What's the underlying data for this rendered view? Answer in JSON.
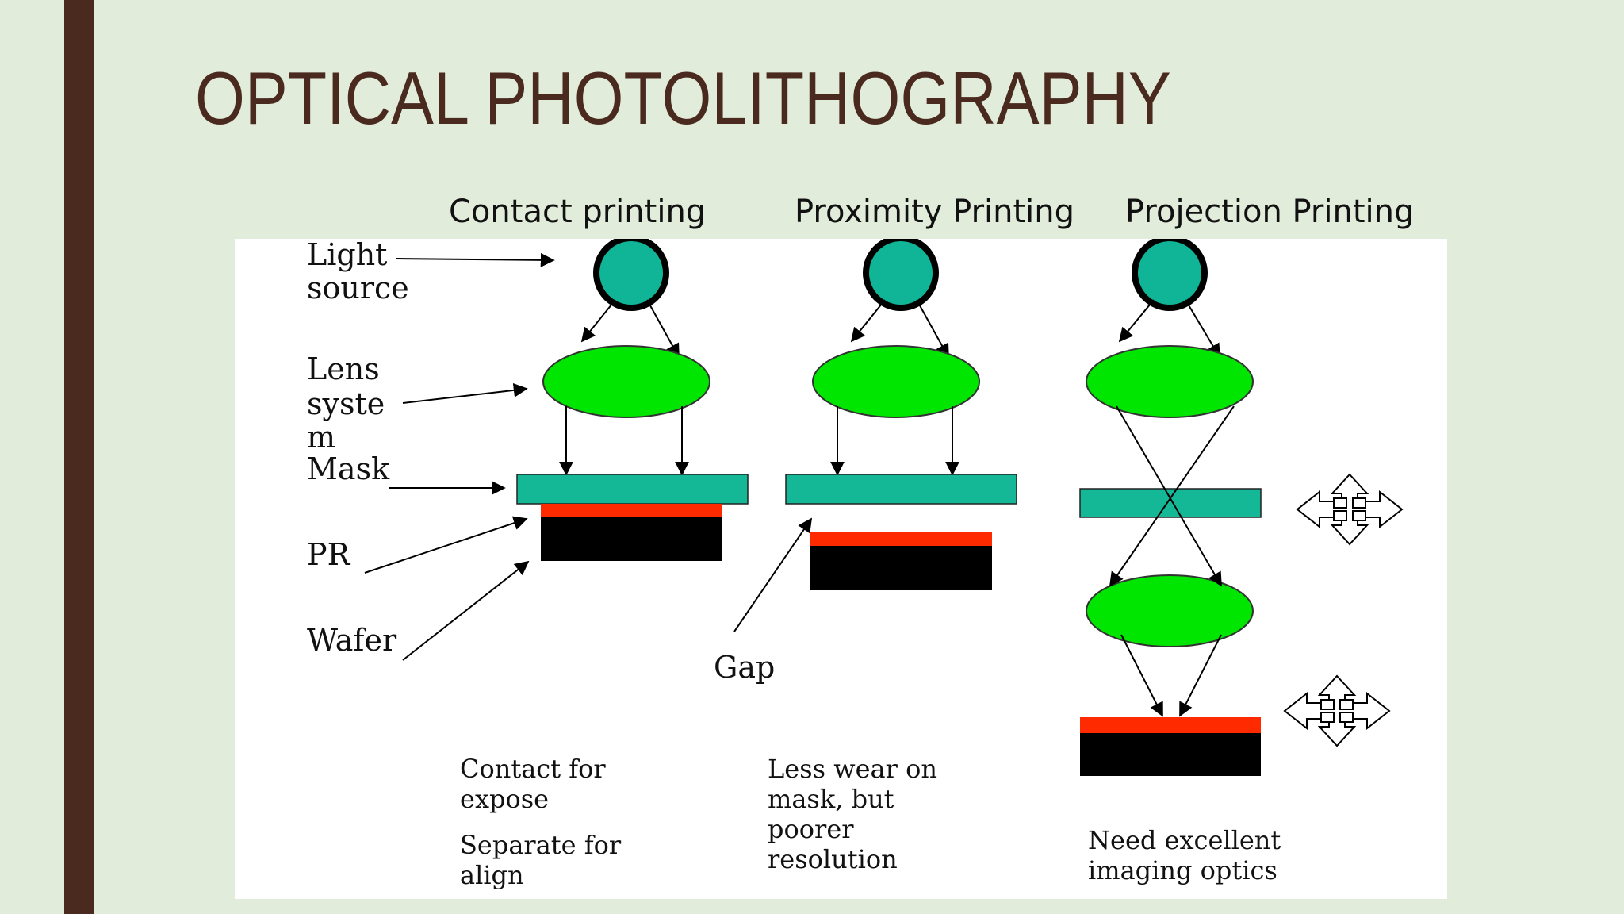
{
  "slide": {
    "title": "OPTICAL PHOTOLITHOGRAPHY"
  },
  "columns": {
    "contact": "Contact printing",
    "proximity": "Proximity Printing",
    "projection": "Projection Printing"
  },
  "labels": {
    "light_line1": "Light",
    "light_line2": "source",
    "lens_line1": "Lens",
    "lens_line2": "syste",
    "lens_line3": "m",
    "mask": "Mask",
    "pr": "PR",
    "wafer": "Wafer",
    "gap": "Gap"
  },
  "captions": {
    "contact_line1": "Contact for",
    "contact_line2": "expose",
    "contact_line3": "Separate for",
    "contact_line4": "align",
    "proximity_line1": "Less wear on",
    "proximity_line2": "mask, but",
    "proximity_line3": "poorer",
    "proximity_line4": "resolution",
    "projection_line1": "Need excellent",
    "projection_line2": "imaging optics"
  },
  "colors": {
    "title": "#4a2a1e",
    "sidebar": "#4a2a1e",
    "background": "#e2ecdb",
    "light_source": "#0fb596",
    "lens": "#00e600",
    "mask": "#14b896",
    "photoresist": "#ff2a00",
    "wafer": "#000000"
  }
}
